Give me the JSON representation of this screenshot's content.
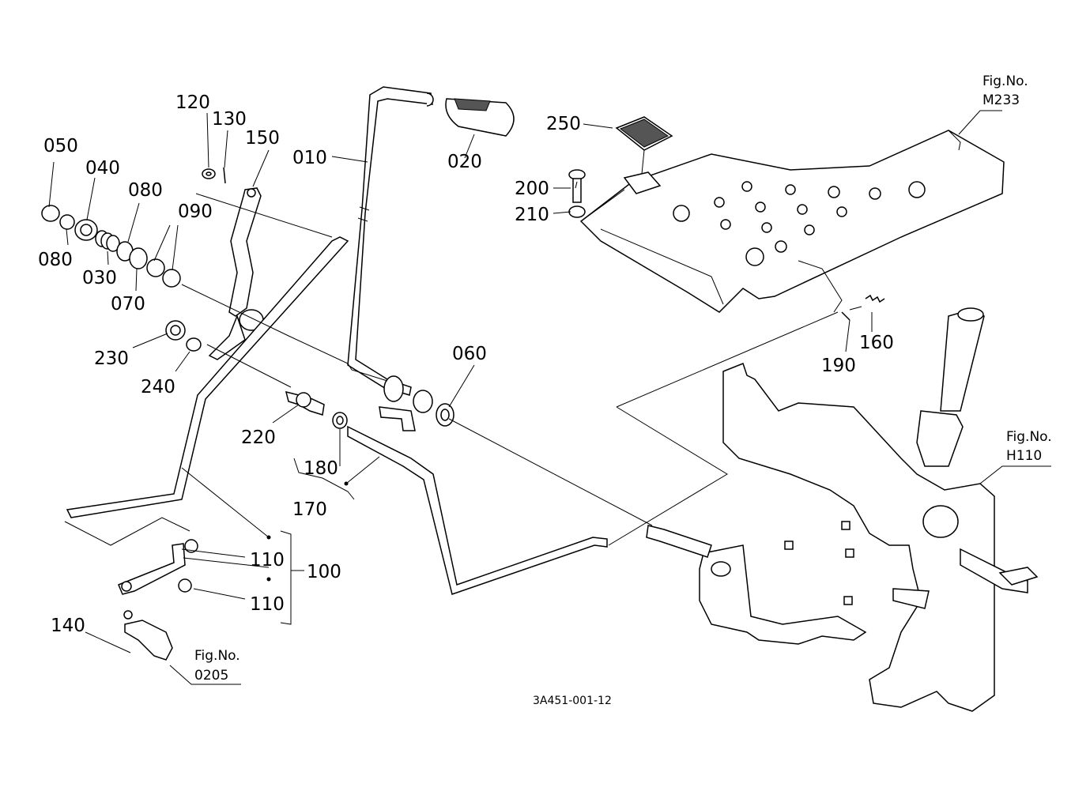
{
  "labels": {
    "p010": "010",
    "p020": "020",
    "p030": "030",
    "p040": "040",
    "p050": "050",
    "p060": "060",
    "p070": "070",
    "p080a": "080",
    "p080b": "080",
    "p090": "090",
    "p100": "100",
    "p110a": "110",
    "p110b": "110",
    "p120": "120",
    "p130": "130",
    "p140": "140",
    "p150": "150",
    "p160": "160",
    "p170": "170",
    "p180": "180",
    "p190": "190",
    "p200": "200",
    "p210": "210",
    "p220": "220",
    "p230": "230",
    "p240": "240",
    "p250": "250"
  },
  "figure_refs": {
    "m233_title": "Fig.No.",
    "m233_code": "M233",
    "h110_title": "Fig.No.",
    "h110_code": "H110",
    "f0205_title": "Fig.No.",
    "f0205_code": "0205"
  },
  "drawing_code": "3A451-001-12"
}
